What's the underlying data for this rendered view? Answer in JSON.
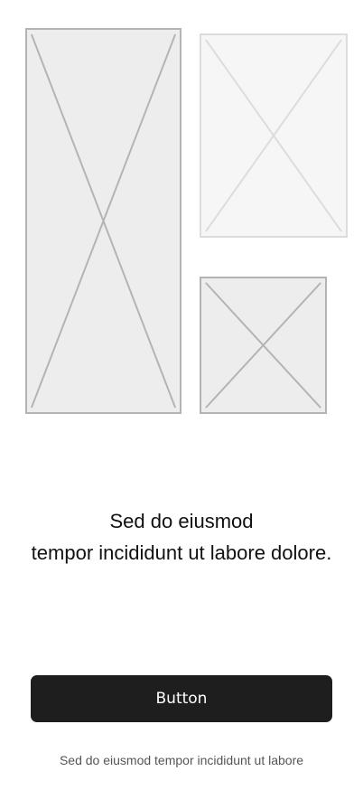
{
  "images": [
    {
      "name": "image-placeholder-large",
      "icon": "image-placeholder-icon"
    },
    {
      "name": "image-placeholder-top-right",
      "icon": "image-placeholder-icon"
    },
    {
      "name": "image-placeholder-bottom-right",
      "icon": "image-placeholder-icon"
    }
  ],
  "headline": {
    "line1": "Sed do eiusmod",
    "line2": "tempor incididunt ut labore dolore."
  },
  "primary_button": {
    "label": "Button"
  },
  "footer": {
    "text": "Sed do eiusmod tempor incididunt ut labore"
  },
  "colors": {
    "button_bg": "#1e1e1e",
    "button_text": "#ffffff",
    "headline_text": "#111111",
    "footer_text": "#555555",
    "placeholder_border": "#b3b3b3",
    "placeholder_fill": "#ededed",
    "placeholder_light_border": "#dcdcdc",
    "placeholder_light_fill": "#f6f6f6"
  }
}
